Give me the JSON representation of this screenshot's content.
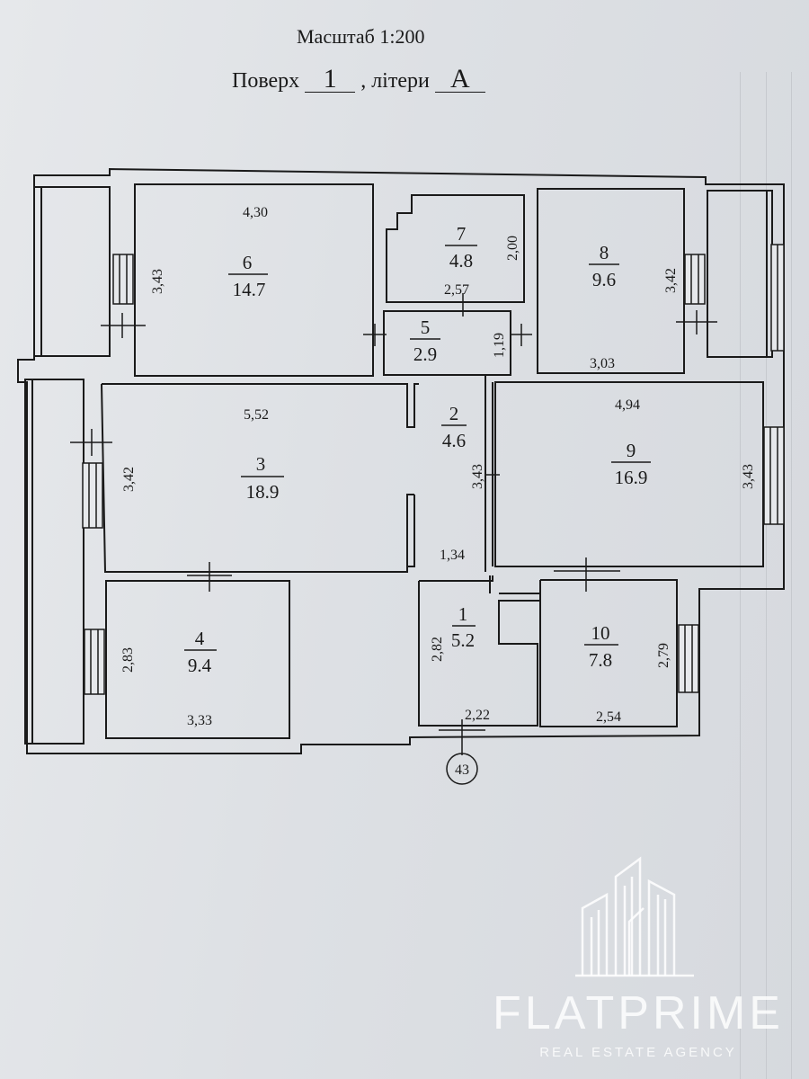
{
  "header": {
    "scale_text": "Масштаб 1:200",
    "floor_label": "Поверх",
    "floor_value": "1",
    "letters_label": ", літери",
    "letters_value": "А"
  },
  "rooms": [
    {
      "id": "1",
      "area": "5.2"
    },
    {
      "id": "2",
      "area": "4.6"
    },
    {
      "id": "3",
      "area": "18.9"
    },
    {
      "id": "4",
      "area": "9.4"
    },
    {
      "id": "5",
      "area": "2.9"
    },
    {
      "id": "6",
      "area": "14.7"
    },
    {
      "id": "7",
      "area": "4.8"
    },
    {
      "id": "8",
      "area": "9.6"
    },
    {
      "id": "9",
      "area": "16.9"
    },
    {
      "id": "10",
      "area": "7.8"
    }
  ],
  "dimensions": {
    "r6_width": "4,30",
    "r6_height": "3,43",
    "r7_height": "2,00",
    "r7_width": "2,57",
    "r8_height": "3,42",
    "r8_width": "3,03",
    "r5_height": "1,19",
    "r3_width": "5,52",
    "r3_height": "3,42",
    "r2_height": "3,43",
    "r9_width": "4,94",
    "r9_height": "3,43",
    "r1_corridor_width": "1,34",
    "r4_height": "2,83",
    "r4_width": "3,33",
    "r1_height": "2,82",
    "r1_width": "2,22",
    "r10_width": "2,54",
    "r10_height": "2,79"
  },
  "apartment_number": "43",
  "watermark": {
    "name": "FLATPRIME",
    "subtitle": "REAL ESTATE AGENCY"
  },
  "colors": {
    "paper": "#dde0e4",
    "ink": "#1a1a1a",
    "watermark": "#ffffff"
  }
}
